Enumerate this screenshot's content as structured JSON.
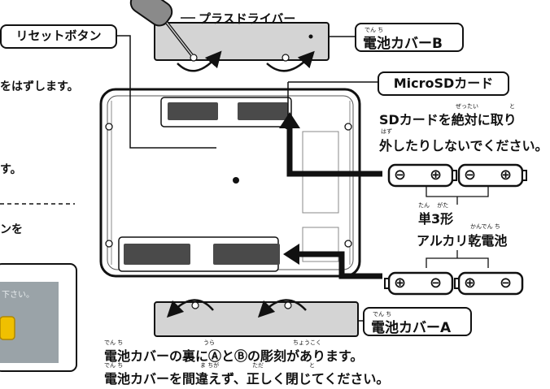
{
  "labels": {
    "screwdriver": "プラスドライバー",
    "reset_button": "リセットボタン",
    "cover_b": "電池カバーB",
    "microsd": "MicroSDカード",
    "sd_warning_line1": "SDカードを絶対に取り",
    "sd_warning_line2": "外したりしないでください。",
    "battery_type_line1": "単3形",
    "battery_type_line2": "アルカリ乾電池",
    "cover_a": "電池カバーA",
    "bottom_note_line1": "電池カバーの裏にⒶとⒷの彫刻があります。",
    "bottom_note_line2": "電池カバーを間違えず、正しく閉じてください。"
  },
  "ruby": {
    "den_chi": "でん ち",
    "zettai": "ぜったい",
    "to": "と",
    "hazu": "はず",
    "tan_gata": "たん　 がた",
    "kanden_chi": "かんでん ち",
    "ura": "うら",
    "choukoku": "ちょうこく",
    "machiga": "ま ちが",
    "tada": "ただ",
    "to2": "と"
  },
  "left_fragments": {
    "line1": "をはずします。",
    "line2": "す。",
    "line3": "ンを",
    "screen_hint": "下さい。"
  },
  "battery_symbols": {
    "minus": "⊖",
    "plus": "⊕"
  },
  "colors": {
    "outline": "#111111",
    "device_body": "#ffffff",
    "cover_fill": "#d4d4d4",
    "compartment": "#4a4a4a",
    "screen_preview": "#9aa3a8"
  }
}
